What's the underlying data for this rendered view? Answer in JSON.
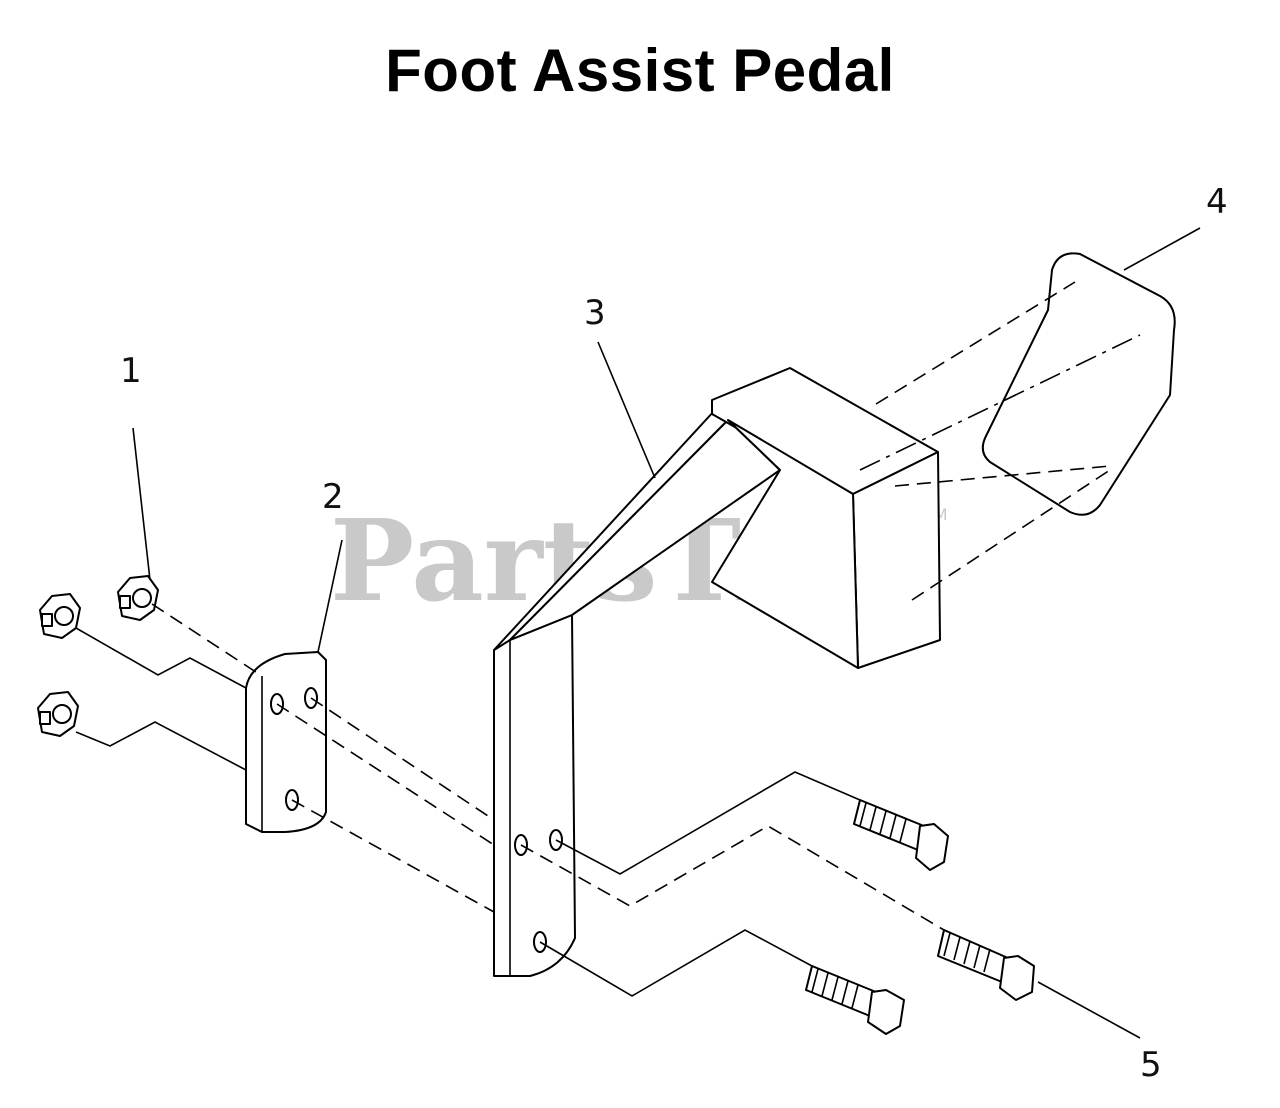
{
  "title": "Foot Assist Pedal",
  "watermark": {
    "text": "PartsTree",
    "trademark": "TM"
  },
  "callouts": [
    {
      "id": "1",
      "label": "1"
    },
    {
      "id": "2",
      "label": "2"
    },
    {
      "id": "3",
      "label": "3"
    },
    {
      "id": "4",
      "label": "4"
    },
    {
      "id": "5",
      "label": "5"
    }
  ]
}
